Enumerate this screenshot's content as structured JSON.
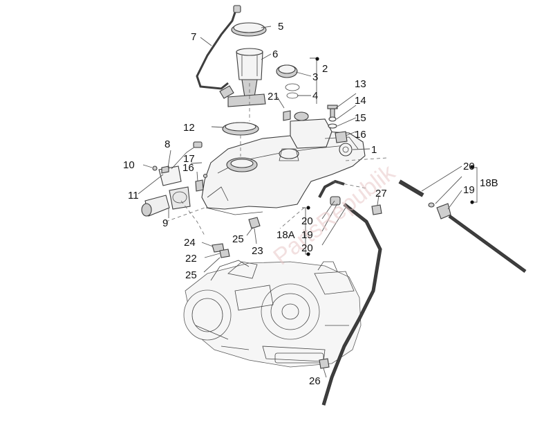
{
  "watermark": "PartsRepublik",
  "callouts": {
    "c1": "1",
    "c2": "2",
    "c3": "3",
    "c4": "4",
    "c5": "5",
    "c6": "6",
    "c7": "7",
    "c8": "8",
    "c9": "9",
    "c10": "10",
    "c11": "11",
    "c12": "12",
    "c13": "13",
    "c14": "14",
    "c15": "15",
    "c16a": "16",
    "c16b": "16",
    "c17": "17",
    "c18a": "18A",
    "c18b": "18B",
    "c19a": "19",
    "c19b": "19",
    "c20a": "20",
    "c20b": "20",
    "c20c": "20",
    "c21": "21",
    "c22": "22",
    "c23": "23",
    "c24": "24",
    "c25a": "25",
    "c25b": "25",
    "c26": "26",
    "c27": "27"
  }
}
